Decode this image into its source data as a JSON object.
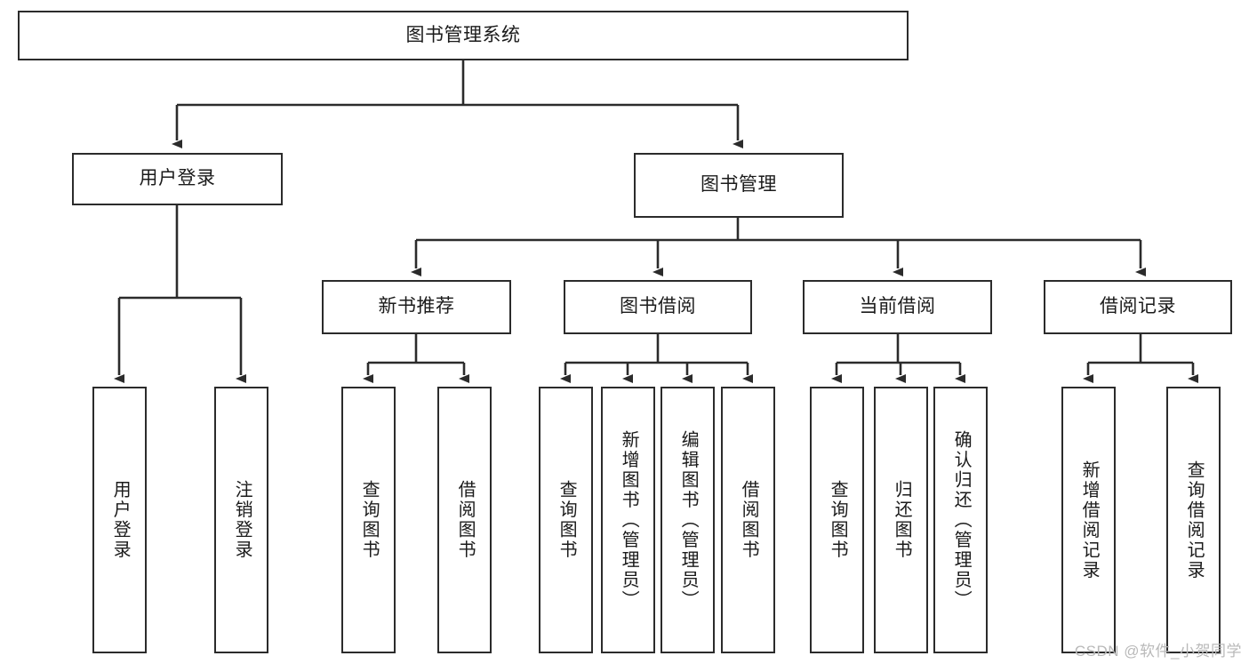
{
  "diagram": {
    "type": "tree",
    "title": "图书管理系统",
    "watermark": "CSDN @软件_小贺同学",
    "colors": {
      "stroke": "#2b2b2b",
      "fill": "#ffffff",
      "text": "#1b1b1b",
      "watermark": "#b9b9b9"
    },
    "nodes": {
      "root": {
        "label": "图书管理系统"
      },
      "user_login": {
        "label": "用户登录"
      },
      "book_manage": {
        "label": "图书管理"
      },
      "new_book_rec": {
        "label": "新书推荐"
      },
      "book_borrow": {
        "label": "图书借阅"
      },
      "current_borrow": {
        "label": "当前借阅"
      },
      "borrow_record": {
        "label": "借阅记录"
      },
      "leaf_user_login": {
        "label": "用户登录"
      },
      "leaf_user_logout": {
        "label": "注销登录"
      },
      "leaf_rec_query": {
        "label": "查询图书"
      },
      "leaf_rec_borrow": {
        "label": "借阅图书"
      },
      "leaf_borrow_query": {
        "label": "查询图书"
      },
      "leaf_borrow_add": {
        "label": "新增图书（管理员）"
      },
      "leaf_borrow_edit": {
        "label": "编辑图书（管理员）"
      },
      "leaf_borrow_borrow": {
        "label": "借阅图书"
      },
      "leaf_cur_query": {
        "label": "查询图书"
      },
      "leaf_cur_return": {
        "label": "归还图书"
      },
      "leaf_cur_confirm": {
        "label": "确认归还（管理员）"
      },
      "leaf_rec_add": {
        "label": "新增借阅记录"
      },
      "leaf_rec_query2": {
        "label": "查询借阅记录"
      }
    }
  }
}
